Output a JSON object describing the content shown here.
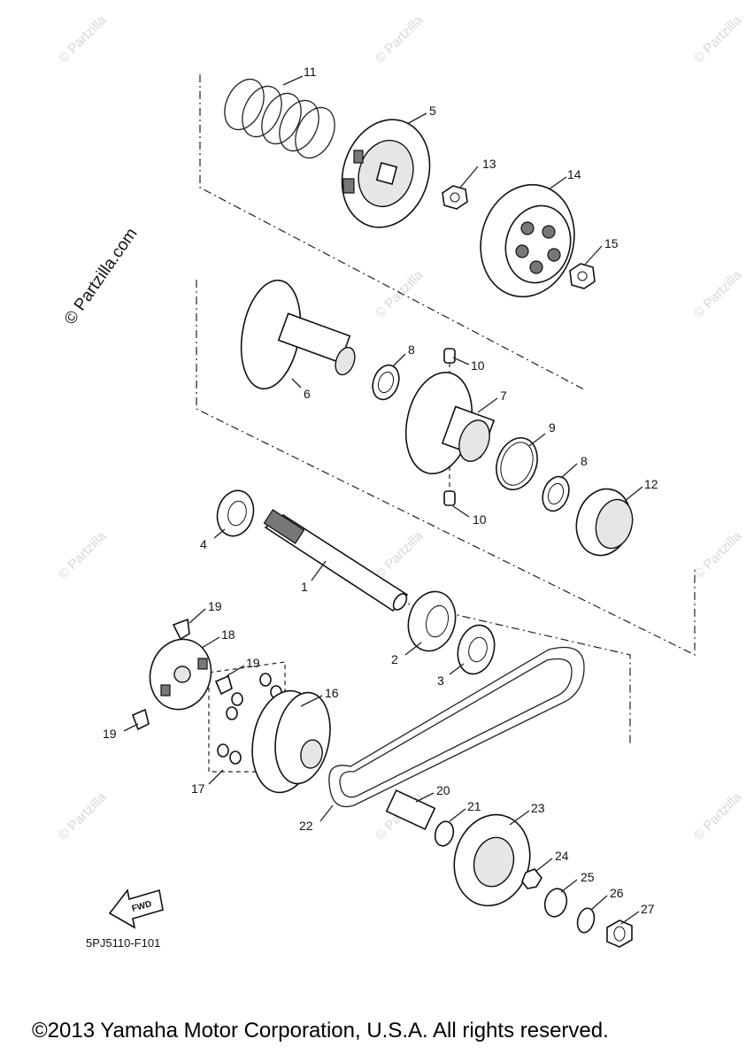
{
  "watermark": {
    "main": "© Partzilla.com",
    "tile": "© Partzilla"
  },
  "callouts": [
    {
      "id": "11",
      "label": "11"
    },
    {
      "id": "5",
      "label": "5"
    },
    {
      "id": "13",
      "label": "13"
    },
    {
      "id": "14",
      "label": "14"
    },
    {
      "id": "15",
      "label": "15"
    },
    {
      "id": "6",
      "label": "6"
    },
    {
      "id": "8a",
      "label": "8"
    },
    {
      "id": "10a",
      "label": "10"
    },
    {
      "id": "7",
      "label": "7"
    },
    {
      "id": "9",
      "label": "9"
    },
    {
      "id": "8b",
      "label": "8"
    },
    {
      "id": "12",
      "label": "12"
    },
    {
      "id": "10b",
      "label": "10"
    },
    {
      "id": "4",
      "label": "4"
    },
    {
      "id": "1",
      "label": "1"
    },
    {
      "id": "2",
      "label": "2"
    },
    {
      "id": "3",
      "label": "3"
    },
    {
      "id": "19a",
      "label": "19"
    },
    {
      "id": "18",
      "label": "18"
    },
    {
      "id": "19b",
      "label": "19"
    },
    {
      "id": "16",
      "label": "16"
    },
    {
      "id": "19c",
      "label": "19"
    },
    {
      "id": "17",
      "label": "17"
    },
    {
      "id": "20",
      "label": "20"
    },
    {
      "id": "21",
      "label": "21"
    },
    {
      "id": "22",
      "label": "22"
    },
    {
      "id": "23",
      "label": "23"
    },
    {
      "id": "24",
      "label": "24"
    },
    {
      "id": "25",
      "label": "25"
    },
    {
      "id": "26",
      "label": "26"
    },
    {
      "id": "27",
      "label": "27"
    }
  ],
  "fwd_label": "FWD",
  "diagram_code": "5PJ5110-F101",
  "copyright": "©2013 Yamaha Motor Corporation, U.S.A. All rights reserved."
}
